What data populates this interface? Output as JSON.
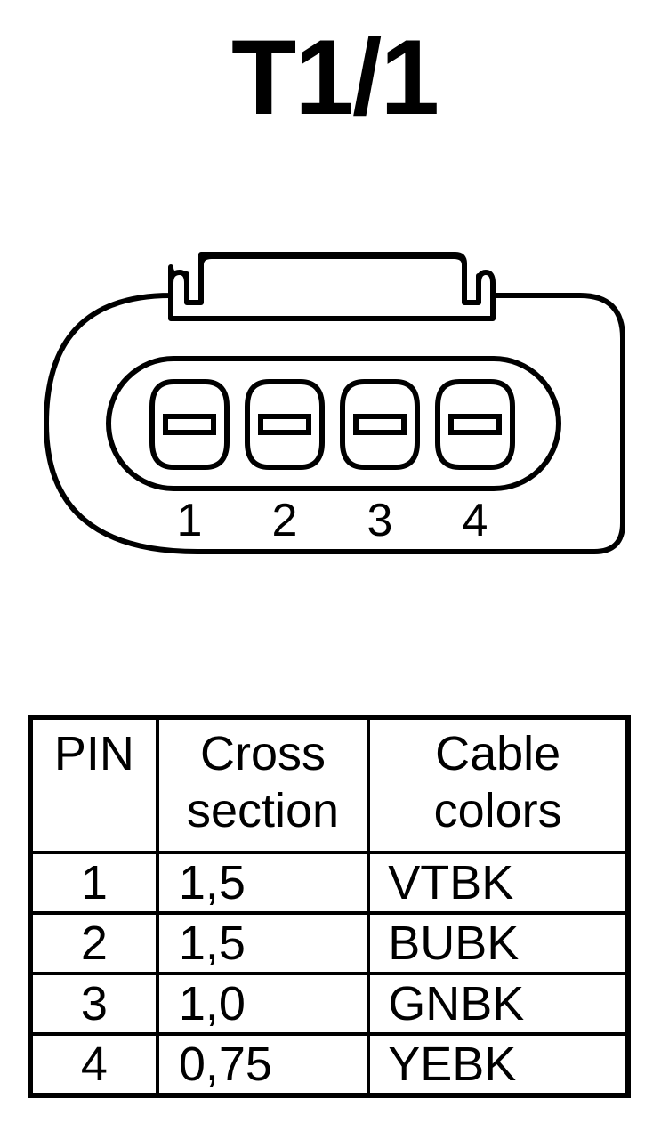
{
  "title": "T1/1",
  "connector": {
    "pins": [
      {
        "label": "1"
      },
      {
        "label": "2"
      },
      {
        "label": "3"
      },
      {
        "label": "4"
      }
    ]
  },
  "table": {
    "headers": {
      "pin": "PIN",
      "cross_line1": "Cross",
      "cross_line2": "section",
      "colors_line1": "Cable",
      "colors_line2": "colors"
    },
    "rows": [
      {
        "pin": "1",
        "cross": "1,5",
        "color": "VTBK"
      },
      {
        "pin": "2",
        "cross": "1,5",
        "color": "BUBK"
      },
      {
        "pin": "3",
        "cross": "1,0",
        "color": "GNBK"
      },
      {
        "pin": "4",
        "cross": "0,75",
        "color": "YEBK"
      }
    ]
  }
}
